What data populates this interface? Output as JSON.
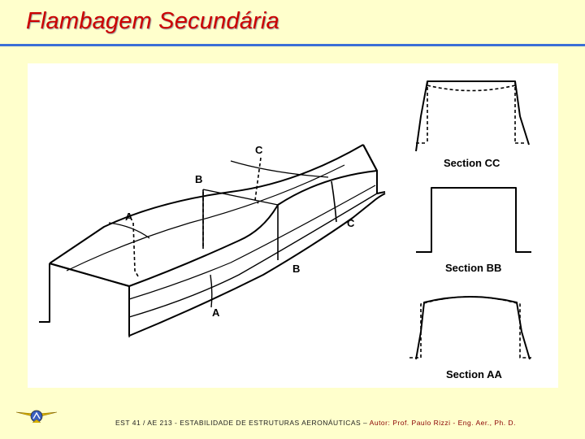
{
  "slide": {
    "title": "Flambagem Secundária"
  },
  "figure": {
    "labels": {
      "a_top": "A",
      "a_bottom": "A",
      "b_top": "B",
      "b_bottom": "B",
      "c_top": "C",
      "c_bottom": "C"
    },
    "sections": {
      "cc": "Section CC",
      "bb": "Section BB",
      "aa": "Section AA"
    }
  },
  "footer": {
    "course": "EST 41 / AE 213  -",
    "subject": "ESTABILIDADE DE ESTRUTURAS AERONÁUTICAS  –",
    "author": "Autor: Prof. Paulo Rizzi - Eng. Aer., Ph. D."
  },
  "colors": {
    "background": "#ffffcc",
    "title": "#cc0000",
    "rule": "#3b6fd6"
  }
}
